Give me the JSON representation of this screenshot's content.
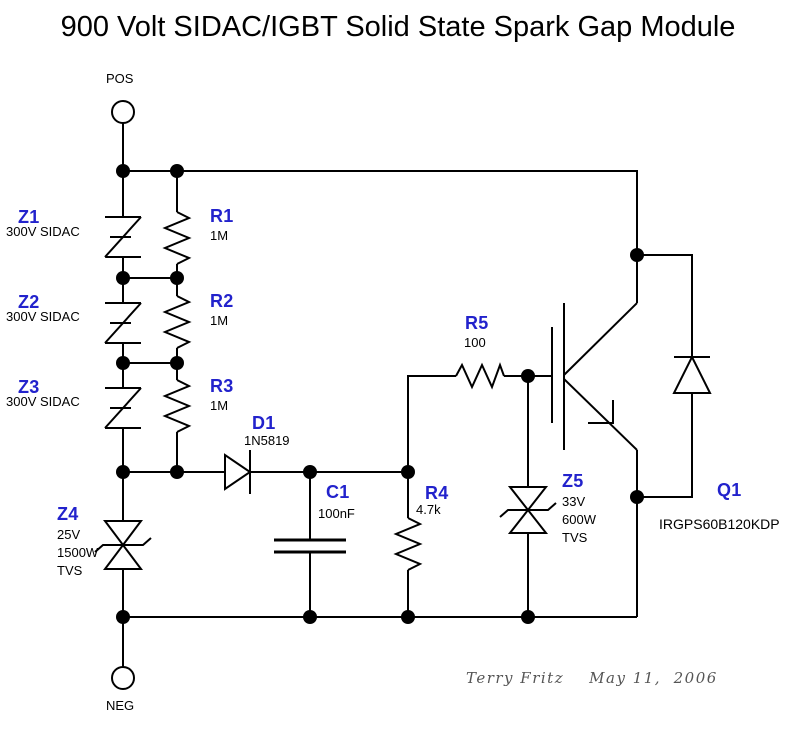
{
  "title": "900 Volt SIDAC/IGBT Solid State Spark Gap Module",
  "terminals": {
    "pos": "POS",
    "neg": "NEG"
  },
  "components": {
    "z1": {
      "ref": "Z1",
      "value": "300V SIDAC"
    },
    "z2": {
      "ref": "Z2",
      "value": "300V SIDAC"
    },
    "z3": {
      "ref": "Z3",
      "value": "300V SIDAC"
    },
    "z4": {
      "ref": "Z4",
      "value_lines": [
        "25V",
        "1500W",
        "TVS"
      ]
    },
    "z5": {
      "ref": "Z5",
      "value_lines": [
        "33V",
        "600W",
        "TVS"
      ]
    },
    "r1": {
      "ref": "R1",
      "value": "1M"
    },
    "r2": {
      "ref": "R2",
      "value": "1M"
    },
    "r3": {
      "ref": "R3",
      "value": "1M"
    },
    "r4": {
      "ref": "R4",
      "value": "4.7k"
    },
    "r5": {
      "ref": "R5",
      "value": "100"
    },
    "d1": {
      "ref": "D1",
      "value": "1N5819"
    },
    "c1": {
      "ref": "C1",
      "value": "100nF"
    },
    "q1": {
      "ref": "Q1",
      "value": "IRGPS60B120KDP"
    }
  },
  "signature": "Terry Fritz    May 11,  2006",
  "colors": {
    "designator_blue": "#2222cc",
    "wire_black": "#000000",
    "background": "#ffffff",
    "signature_gray": "#555555"
  }
}
